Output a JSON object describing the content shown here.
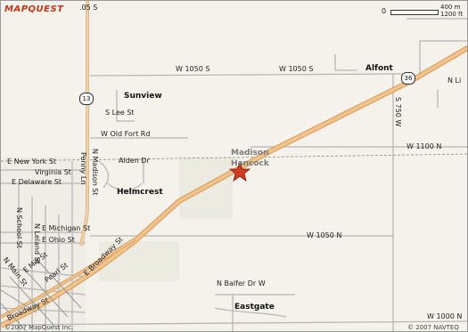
{
  "brand": {
    "name": "MAPQUEST",
    "suffix": ".05 S"
  },
  "scale": {
    "zero": "0",
    "m": "400 m",
    "ft": "1200 ft"
  },
  "copyright": {
    "left": "©2007 MapQuest Inc.",
    "right": "© 2007 NAVTEQ"
  },
  "places": {
    "sunview": "Sunview",
    "helmcrest": "Helmcrest",
    "alfont": "Alfont",
    "eastgate": "Eastgate",
    "madison": "Madison",
    "hancock": "Hancock"
  },
  "shields": {
    "r13": "13",
    "r36": "36"
  },
  "roads": {
    "w1050s_a": "W 1050 S",
    "w1050s_b": "W 1050 S",
    "s_lee": "S Lee St",
    "w_old_fort": "W Old Fort Rd",
    "alden": "Alden Dr",
    "e_new_york": "E New York St",
    "virginia": "Virginia St",
    "e_delaware": "E Delaware St",
    "e_michigan": "E Michigan St",
    "e_ohio": "E Ohio St",
    "w1050n": "W 1050 N",
    "w1100n": "W 1100 N",
    "w1000n": "W 1000 N",
    "n_balfer": "N Balfer Dr W",
    "n_madison": "N Madison St",
    "penny": "Penny Ln",
    "s750w": "S 750 W",
    "n_school": "N School St",
    "n_leland": "N Leland St",
    "e_mill": "E Mill St",
    "n_main": "N Main St",
    "pearl": "Pearl St",
    "e_broadway": "E Broadway St",
    "broadway": "Broadway St",
    "n_li": "N Li"
  }
}
